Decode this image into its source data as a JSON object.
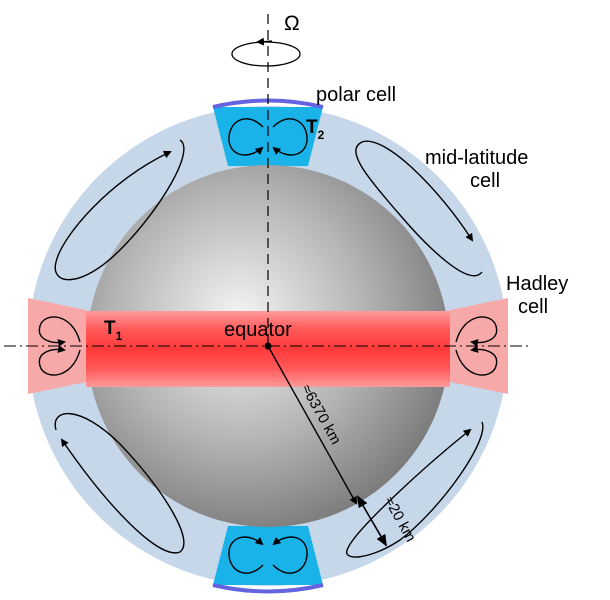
{
  "labels": {
    "omega": "Ω",
    "polar_cell": "polar cell",
    "mid_latitude_line1": "mid-latitude",
    "mid_latitude_line2": "cell",
    "hadley_line1": "Hadley",
    "hadley_line2": "cell",
    "equator": "equator",
    "t1_base": "T",
    "t1_sub": "1",
    "t2_base": "T",
    "t2_sub": "2",
    "earth_radius": "≈6370 km",
    "atmosphere_thickness": "≈20 km"
  },
  "colors": {
    "atmosphere": "#c6d7ea",
    "polar_cell": "#19b3ea",
    "polar_rim": "#6464e0",
    "hadley_cell": "#f7a9a9",
    "equator_band": "#ff4a4a",
    "earth_light": "#f2f2f2",
    "earth_dark": "#7d7d7d"
  }
}
